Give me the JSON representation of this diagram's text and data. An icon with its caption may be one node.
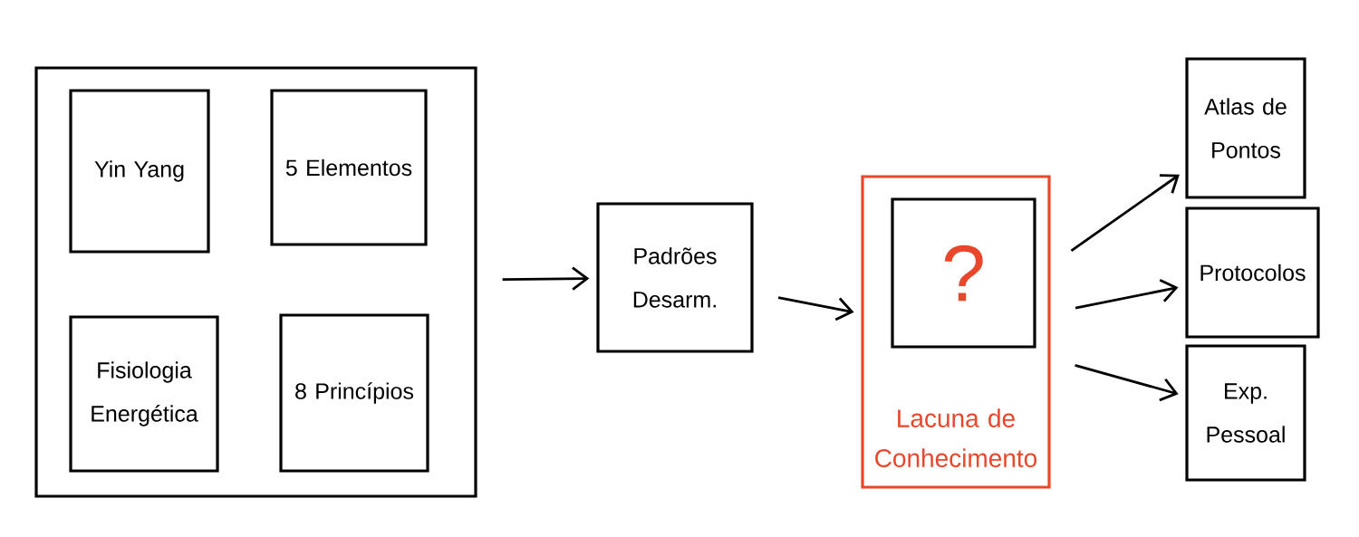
{
  "diagram": {
    "nodes": [
      {
        "text": [],
        "shape": "box"
      },
      {
        "text": [
          "Yin Yang"
        ],
        "in": 0
      },
      {
        "text": [
          "5 Elementos"
        ],
        "in": 0
      },
      {
        "text": [
          "Fisiologia Energética"
        ],
        "in": 0
      },
      {
        "text": [
          "8 Princípios"
        ],
        "in": 0
      },
      {
        "text": [
          "Padrões Desarm."
        ]
      },
      {
        "text": [
          "Lacuna de Conhecimento"
        ]
      },
      {
        "text": [
          "?"
        ],
        "in": 6
      },
      {
        "text": [
          "Atlas de Pontos"
        ]
      },
      {
        "text": [
          "Protocolos"
        ]
      },
      {
        "text": [
          "Exp. Pessoal"
        ]
      }
    ],
    "edges": [
      {
        "from": 0,
        "to": 5,
        "arrow": "to"
      },
      {
        "from": 5,
        "to": 6,
        "arrow": "to"
      },
      {
        "from": 6,
        "to": 8,
        "arrow": "to"
      },
      {
        "from": 6,
        "to": 9,
        "arrow": "to"
      },
      {
        "from": 6,
        "to": 10,
        "arrow": "to"
      }
    ]
  }
}
